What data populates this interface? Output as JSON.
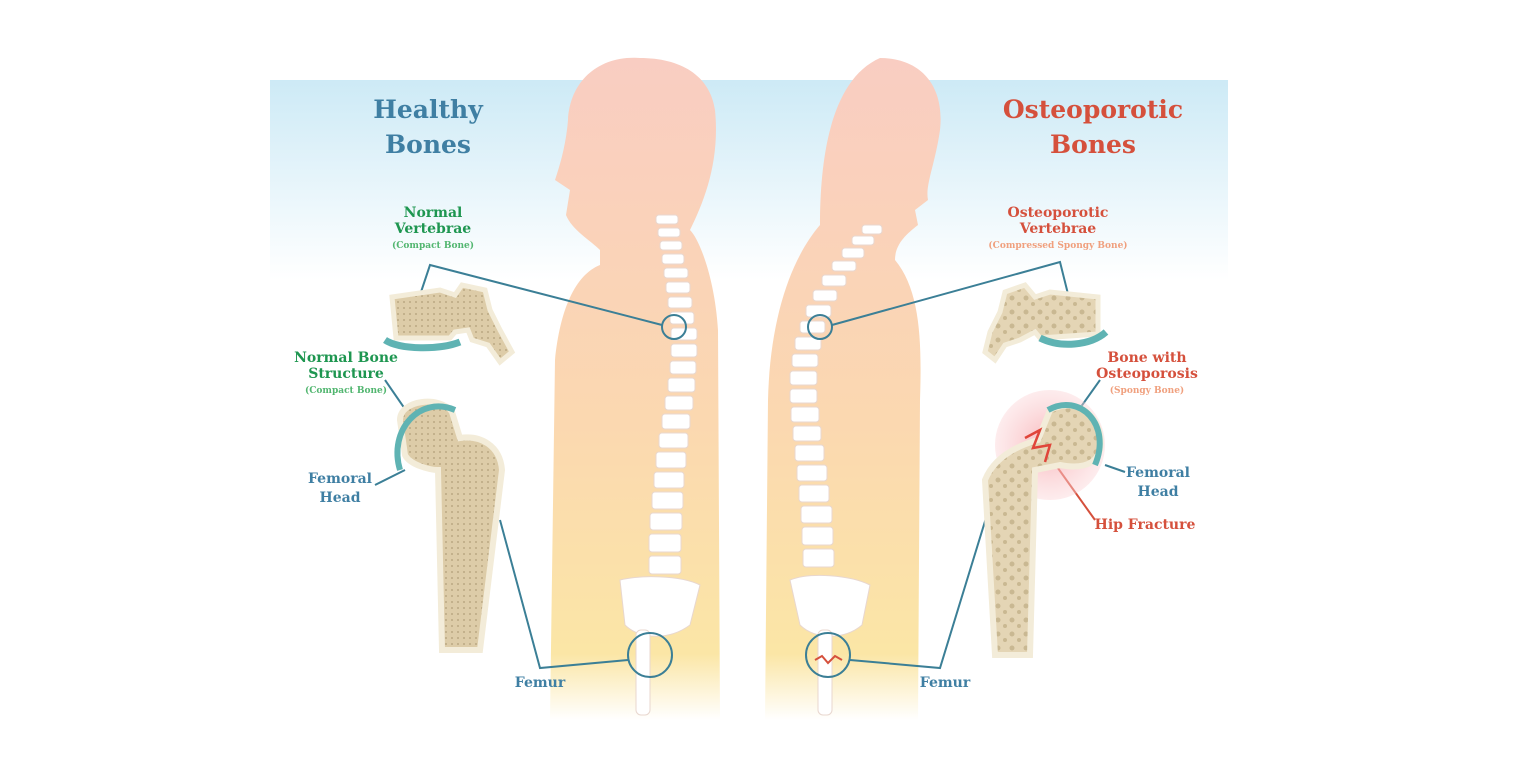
{
  "healthy": {
    "title_line1": "Healthy",
    "title_line2": "Bones",
    "vertebrae_line1": "Normal",
    "vertebrae_line2": "Vertebrae",
    "vertebrae_sub": "(Compact Bone)",
    "structure_line1": "Normal Bone",
    "structure_line2": "Structure",
    "structure_sub": "(Compact Bone)",
    "femoral_line1": "Femoral",
    "femoral_line2": "Head",
    "femur": "Femur"
  },
  "osteoporotic": {
    "title_line1": "Osteoporotic",
    "title_line2": "Bones",
    "vertebrae_line1": "Osteoporotic",
    "vertebrae_line2": "Vertebrae",
    "vertebrae_sub": "(Compressed Spongy Bone)",
    "structure_line1": "Bone with",
    "structure_line2": "Osteoporosis",
    "structure_sub": "(Spongy Bone)",
    "femoral_line1": "Femoral",
    "femoral_line2": "Head",
    "fracture": "Hip Fracture",
    "femur": "Femur"
  },
  "colors": {
    "blue": "#3f7fa3",
    "red": "#d5503c",
    "green": "#1e9650",
    "light_green": "#52b670",
    "salmon": "#f0a07e",
    "skin": "#f9cdc2",
    "yellow": "#fbe6a6",
    "bone": "#e7dac0",
    "teal": "#5fb3b3"
  }
}
